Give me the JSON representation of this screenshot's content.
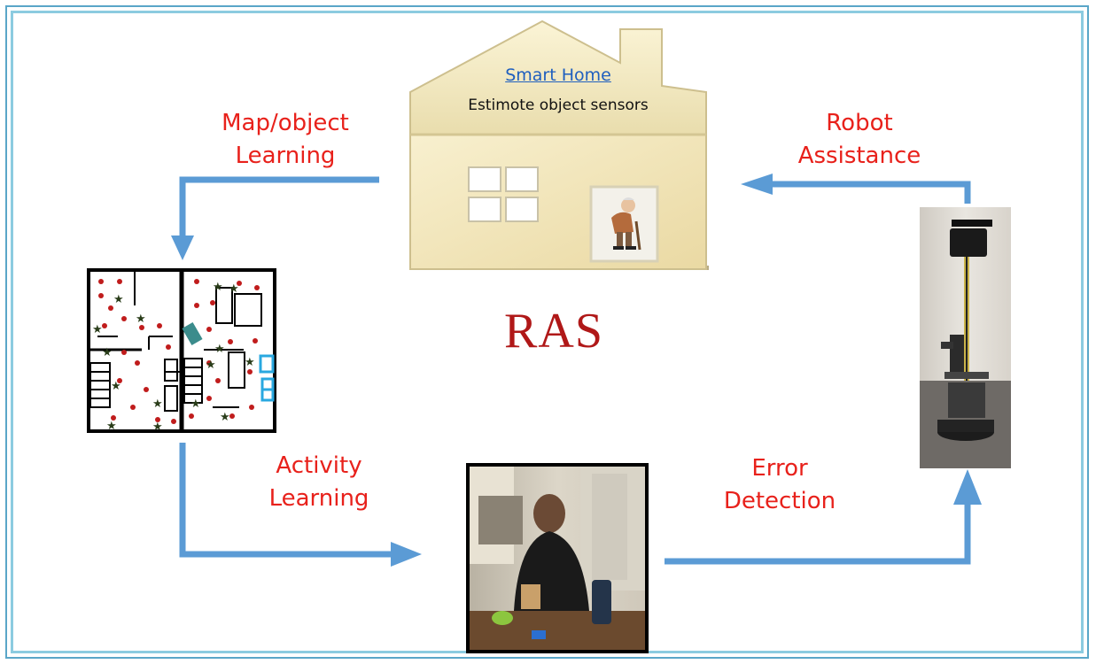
{
  "title": "RAS",
  "smart_home": {
    "title": "Smart Home",
    "subtitle": "Estimote object sensors"
  },
  "steps": {
    "map_learning": [
      "Map/object",
      "Learning"
    ],
    "robot_assistance": [
      "Robot",
      "Assistance"
    ],
    "activity_learning": [
      "Activity",
      "Learning"
    ],
    "error_detection": [
      "Error",
      "Detection"
    ]
  },
  "colors": {
    "label": "#e8211b",
    "title": "#b01818",
    "arrow": "#5b9bd5",
    "house": "#f5ecc4",
    "link": "#1f5fbf"
  },
  "icons": {
    "house": "house-icon",
    "floorplan": "floorplan-icon",
    "robot": "robot-photo",
    "activity": "activity-photo",
    "person": "elderly-person-icon"
  }
}
